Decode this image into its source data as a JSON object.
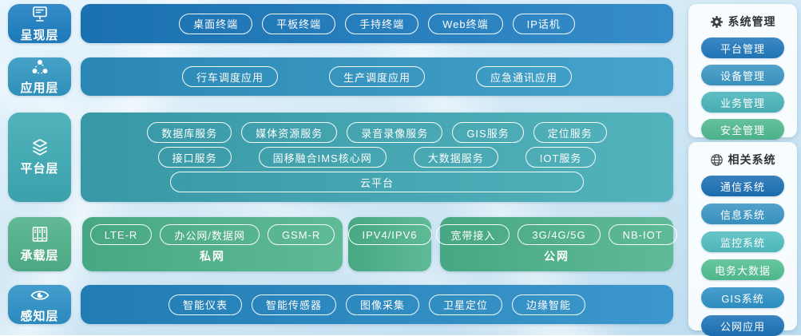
{
  "layers": [
    {
      "label": "呈现层",
      "icon": "monitor-icon",
      "color": "#1e7fc2"
    },
    {
      "label": "应用层",
      "icon": "share-icon",
      "color": "#3297c2"
    },
    {
      "label": "平台层",
      "icon": "layers-icon",
      "color": "#3eaab3"
    },
    {
      "label": "承载层",
      "icon": "server-icon",
      "color": "#50b189"
    },
    {
      "label": "感知层",
      "icon": "eye-icon",
      "color": "#2d92c6"
    }
  ],
  "presentation": {
    "color": "#1e7fc2",
    "pills": [
      "桌面终端",
      "平板终端",
      "手持终端",
      "Web终端",
      "IP话机"
    ]
  },
  "application": {
    "color": "#3199c6",
    "pills": [
      "行车调度应用",
      "生产调度应用",
      "应急通讯应用"
    ]
  },
  "platform": {
    "color": "#3fabb5",
    "row1": [
      "数据库服务",
      "媒体资源服务",
      "录音录像服务",
      "GIS服务",
      "定位服务"
    ],
    "row2": [
      "接口服务",
      "固移融合IMS核心网",
      "大数据服务",
      "IOT服务"
    ],
    "wide_pill": "云平台"
  },
  "bearer": {
    "color": "#4db28b",
    "private_network": {
      "label": "私网",
      "pills": [
        "LTE-R",
        "办公网/数据网",
        "GSM-R"
      ]
    },
    "ip_box": {
      "pill": "IPV4/IPV6"
    },
    "public_network": {
      "label": "公网",
      "pills": [
        "宽带接入",
        "3G/4G/5G",
        "NB-IOT"
      ]
    }
  },
  "perception": {
    "color": "#268cc6",
    "pills": [
      "智能仪表",
      "智能传感器",
      "图像采集",
      "卫星定位",
      "边缘智能"
    ]
  },
  "sidebar": {
    "system_management": {
      "title": "系统管理",
      "icon": "gear-icon",
      "buttons": [
        {
          "label": "平台管理",
          "color": "#2179bc"
        },
        {
          "label": "设备管理",
          "color": "#3c97c4"
        },
        {
          "label": "业务管理",
          "color": "#4ab5ba"
        },
        {
          "label": "安全管理",
          "color": "#50b98f"
        }
      ]
    },
    "related_systems": {
      "title": "相关系统",
      "icon": "globe-icon",
      "buttons": [
        {
          "label": "通信系统",
          "color": "#1d70b4"
        },
        {
          "label": "信息系统",
          "color": "#3b96c5"
        },
        {
          "label": "监控系统",
          "color": "#52bec0"
        },
        {
          "label": "电务大数据",
          "color": "#53bf90"
        },
        {
          "label": "GIS系统",
          "color": "#2f92c6"
        },
        {
          "label": "公网应用",
          "color": "#1d73b8"
        }
      ]
    }
  }
}
